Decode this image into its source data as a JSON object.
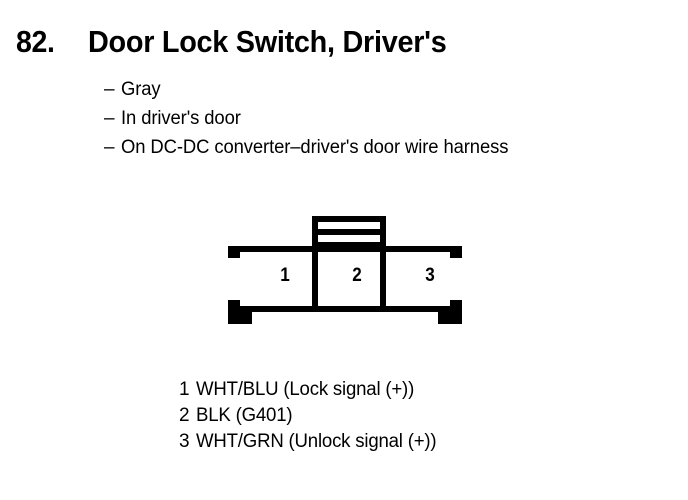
{
  "heading": {
    "item_number": "82.",
    "title": "Door Lock Switch, Driver's"
  },
  "bullets": {
    "dash": "–",
    "items": [
      "Gray",
      "In driver's door",
      "On DC-DC converter–driver's door wire harness"
    ]
  },
  "connector": {
    "caption_pins": [
      "1",
      "2",
      "3"
    ],
    "line_color": "#000000",
    "fill_color": "#ffffff"
  },
  "pin_legend": [
    {
      "pin": "1",
      "description": "WHT/BLU (Lock signal (+))"
    },
    {
      "pin": "2",
      "description": "BLK (G401)"
    },
    {
      "pin": "3",
      "description": "WHT/GRN (Unlock signal (+))"
    }
  ]
}
